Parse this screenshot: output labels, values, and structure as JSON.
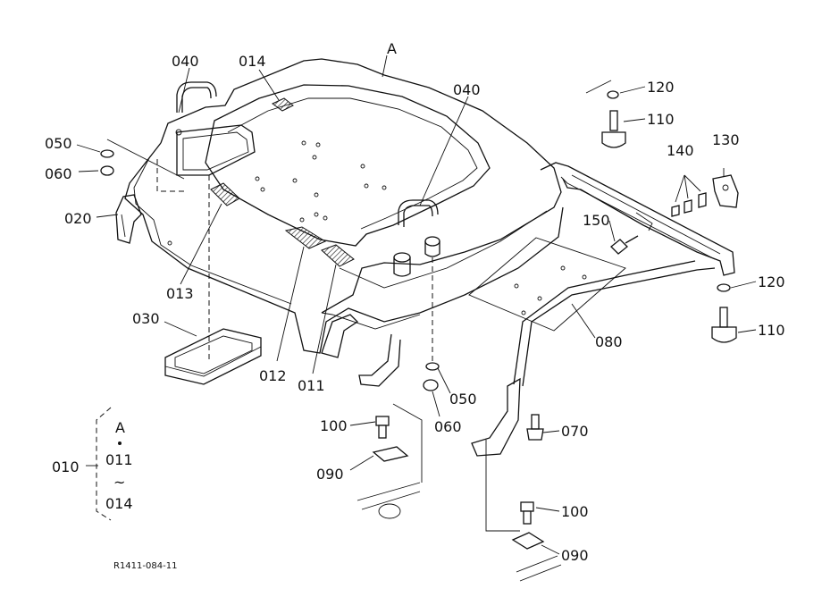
{
  "labels": {
    "A_top": "A",
    "p040_left": "040",
    "p014": "014",
    "p040_right": "040",
    "p050_left": "050",
    "p060_left": "060",
    "p020": "020",
    "p013": "013",
    "p030": "030",
    "p012": "012",
    "p011": "011",
    "p120_top": "120",
    "p110_top": "110",
    "p130": "130",
    "p140": "140",
    "p150": "150",
    "p120_right": "120",
    "p110_right": "110",
    "p080": "080",
    "p050_mid": "050",
    "p060_mid": "060",
    "p070": "070",
    "p100_left": "100",
    "p090_left": "090",
    "p100_right": "100",
    "p090_right": "090"
  },
  "legend": {
    "set_code": "010",
    "first": "A",
    "second": "011",
    "tilde": "~",
    "last": "014"
  },
  "reference": "R1411-084-11"
}
